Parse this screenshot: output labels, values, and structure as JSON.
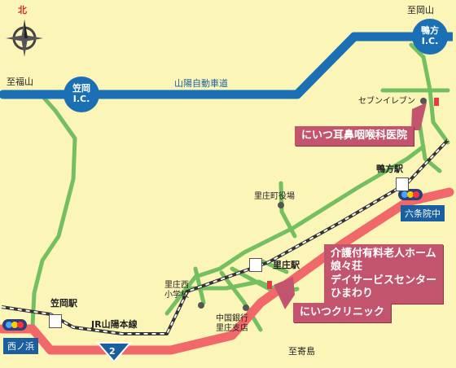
{
  "compass": {
    "north_label": "北"
  },
  "highway": {
    "name": "山陽自動車道"
  },
  "interchanges": [
    {
      "name": "笠岡\nI.C."
    },
    {
      "name": "鴨方\nI.C."
    }
  ],
  "directions": {
    "fukuyama": "至福山",
    "okayama": "至岡山",
    "satoshoto": "至寄島"
  },
  "railway": {
    "name": "JR山陽本線"
  },
  "stations": {
    "kasaoka": "笠岡駅",
    "satosho": "里庄駅",
    "kamogata": "鴨方駅"
  },
  "route_shield": {
    "number": "2"
  },
  "signals": {
    "nishinohama": "西ノ浜",
    "rokujoin": "六条院中"
  },
  "landmarks": {
    "seven_eleven": "セブンイレブン",
    "town_office": "里庄町役場",
    "school": "里庄西\n小学校",
    "bank": "中国銀行\n里庄支店"
  },
  "callouts": {
    "ent_clinic": "にいつ耳鼻咽喉科医院",
    "nursing_home": "介護付有料老人ホーム\n娘々荘\nデイサービスセンター\nひまわり",
    "niitsu_clinic": "にいつクリニック"
  },
  "colors": {
    "background": "#fcf5b8",
    "highway": "#1a6fb5",
    "national_road": "#f0686a",
    "local_road": "#74bf5f",
    "callout": "#c2556d"
  }
}
